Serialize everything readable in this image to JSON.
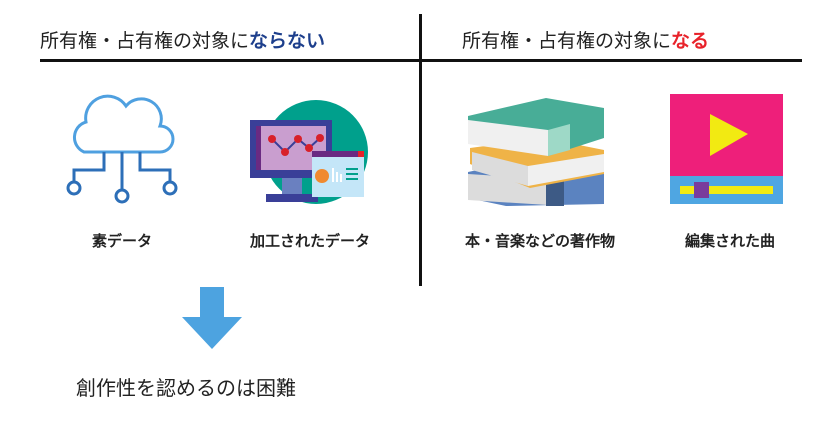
{
  "left": {
    "heading_prefix": "所有権・占有権の対象に",
    "heading_emphasis": "ならない",
    "items": [
      {
        "label": "素データ",
        "icon": "cloud-network-icon"
      },
      {
        "label": "加工されたデータ",
        "icon": "data-monitor-icon"
      }
    ],
    "conclusion": "創作性を認めるのは困難"
  },
  "right": {
    "heading_prefix": "所有権・占有権の対象に",
    "heading_emphasis": "なる",
    "items": [
      {
        "label": "本・音楽などの著作物",
        "icon": "books-icon"
      },
      {
        "label": "編集された曲",
        "icon": "video-player-icon"
      }
    ]
  },
  "colors": {
    "negative": "#1d3f8c",
    "positive": "#e8222a",
    "arrow": "#4da3e0"
  }
}
